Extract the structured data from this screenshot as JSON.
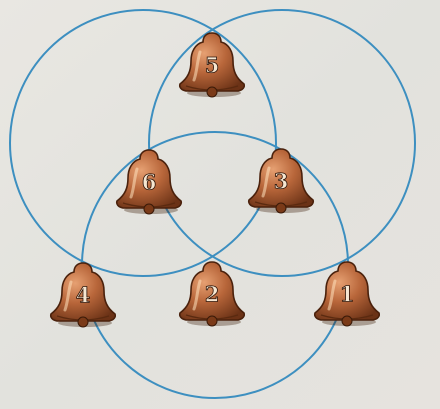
{
  "diagram": {
    "circle_color": "#3d8fc0",
    "bell_color": "#b8663a",
    "bells": [
      {
        "label": "5"
      },
      {
        "label": "6"
      },
      {
        "label": "3"
      },
      {
        "label": "4"
      },
      {
        "label": "2"
      },
      {
        "label": "1"
      }
    ]
  }
}
